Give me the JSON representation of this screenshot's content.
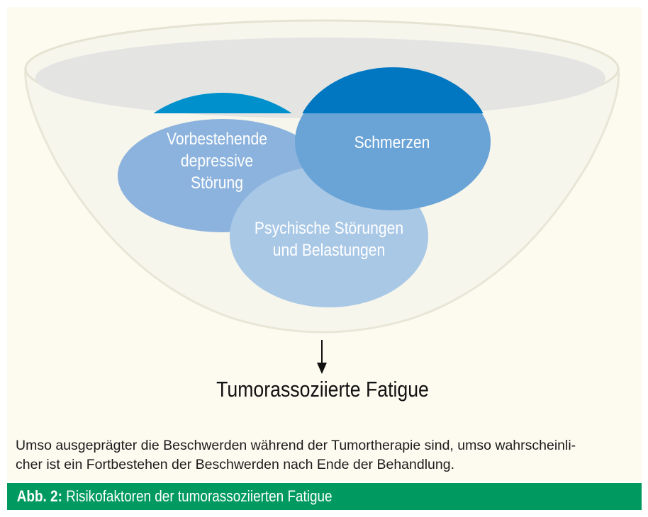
{
  "diagram": {
    "circles": {
      "depressive": {
        "lines": [
          "Vorbestehende",
          "depressive",
          "Störung"
        ]
      },
      "pain": {
        "lines": [
          "Schmerzen"
        ]
      },
      "psychological": {
        "lines": [
          "Psychische Störungen",
          "und Belastungen"
        ]
      }
    },
    "outcome": "Tumorassoziierte Fatigue"
  },
  "note": {
    "line1": "Umso ausgeprägter die Beschwerden während der Tumortherapie sind, umso wahrscheinli-",
    "line2": "cher ist ein Fortbestehen der Beschwerden nach Ende der Behandlung."
  },
  "caption": {
    "label": "Abb. 2:",
    "text": "Risikofaktoren der tumorassoziierten Fatigue"
  },
  "colors": {
    "panel_background": "#fdfbf0",
    "caption_background": "#009a60",
    "circle_light": "#a9c8e6",
    "circle_medium": "#8cb3dd",
    "circle_dark": "#6aa3d6",
    "bowl_top": "#0077c0"
  }
}
